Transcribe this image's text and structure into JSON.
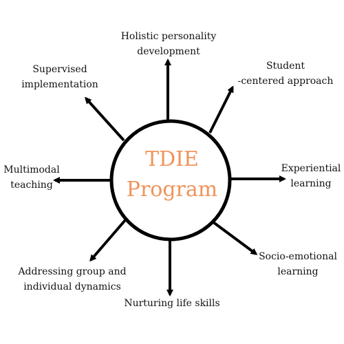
{
  "center": {
    "line1": "TDIE",
    "line2": "Program"
  },
  "colors": {
    "accent": "#f0935a",
    "stroke": "#000000",
    "text": "#111111"
  },
  "nodes": [
    {
      "id": "holistic",
      "line1": "Holistic personality",
      "line2": "development"
    },
    {
      "id": "student",
      "line1": "Student",
      "line2": "-centered approach"
    },
    {
      "id": "experiential",
      "line1": "Experiential",
      "line2": "learning"
    },
    {
      "id": "socio",
      "line1": "Socio-emotional",
      "line2": "learning"
    },
    {
      "id": "life-skills",
      "line1": "Nurturing life skills",
      "line2": ""
    },
    {
      "id": "group",
      "line1": "Addressing group and",
      "line2": "individual dynamics"
    },
    {
      "id": "multimodal",
      "line1": "Multimodal",
      "line2": "teaching"
    },
    {
      "id": "supervised",
      "line1": "Supervised",
      "line2": "implementation"
    }
  ]
}
